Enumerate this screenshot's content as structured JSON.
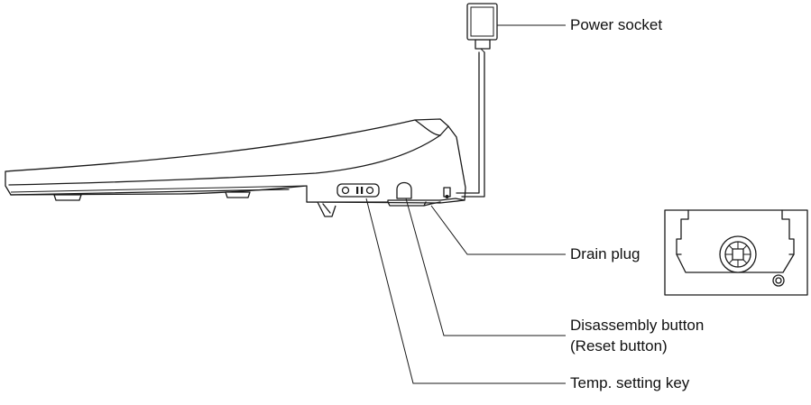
{
  "labels": {
    "power_socket": "Power socket",
    "drain_plug": "Drain plug",
    "disassembly_button_line1": "Disassembly button",
    "disassembly_button_line2": "(Reset button)",
    "temp_setting_key": "Temp. setting key"
  },
  "colors": {
    "line": "#1a1a1a",
    "background": "#ffffff"
  }
}
